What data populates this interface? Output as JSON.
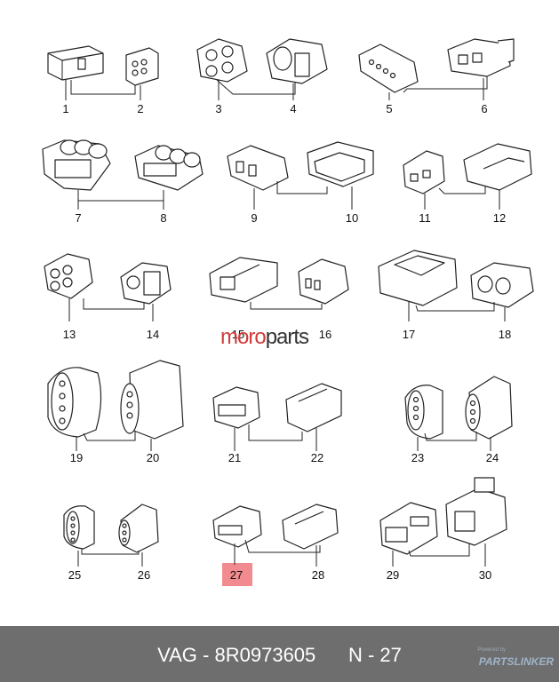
{
  "diagram": {
    "watermark": {
      "part1": "moro",
      "part2": "parts"
    },
    "highlighted_part": "27",
    "labels": [
      "1",
      "2",
      "3",
      "4",
      "5",
      "6",
      "7",
      "8",
      "9",
      "10",
      "11",
      "12",
      "13",
      "14",
      "15",
      "16",
      "17",
      "18",
      "19",
      "20",
      "21",
      "22",
      "23",
      "24",
      "25",
      "26",
      "27",
      "28",
      "29",
      "30"
    ]
  },
  "footer": {
    "brand": "VAG",
    "part_number": "8R0973605",
    "position": "N - 27",
    "provider_prefix": "Powered by",
    "provider": "PARTSLINKER"
  },
  "colors": {
    "highlight": "#f28b8f",
    "footer_bg": "#6e6e6e",
    "watermark_red": "#d23a3a"
  }
}
